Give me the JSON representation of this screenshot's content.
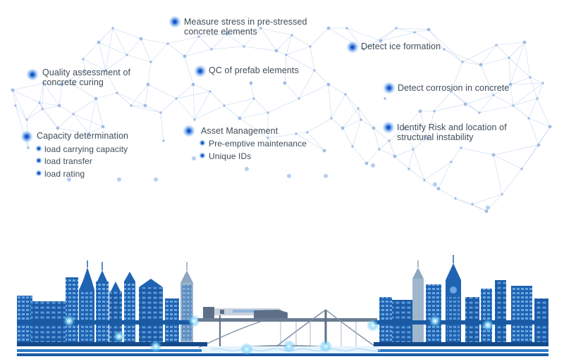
{
  "features": [
    {
      "id": "stress",
      "lines": [
        "Measure stress in pre-stressed",
        "concrete elements"
      ]
    },
    {
      "id": "ice",
      "lines": [
        "Detect ice formation"
      ]
    },
    {
      "id": "quality",
      "lines": [
        "Quality assessment of",
        "concrete curing"
      ]
    },
    {
      "id": "qc",
      "lines": [
        "QC of prefab elements"
      ]
    },
    {
      "id": "corrosion",
      "lines": [
        "Detect corrosion in concrete"
      ]
    },
    {
      "id": "capacity",
      "lines": [
        "Capacity determination"
      ]
    },
    {
      "id": "risk",
      "lines": [
        "Identify Risk and location of",
        "structural instability"
      ]
    },
    {
      "id": "asset",
      "lines": [
        "Asset Management"
      ]
    }
  ],
  "capacity_items": [
    "load carrying capacity",
    "load transfer",
    "load rating"
  ],
  "asset_items": [
    "Pre-emptive maintenance",
    "Unique IDs"
  ],
  "colors": {
    "primary": "#1e62b0",
    "dark": "#15498a",
    "light_blue": "#3aa8e6",
    "beam": "#5ac8f5",
    "network": "#a9c4e8",
    "text": "#3f4c58",
    "bridge": "#5d6f86",
    "water": "#cfe9fb"
  }
}
